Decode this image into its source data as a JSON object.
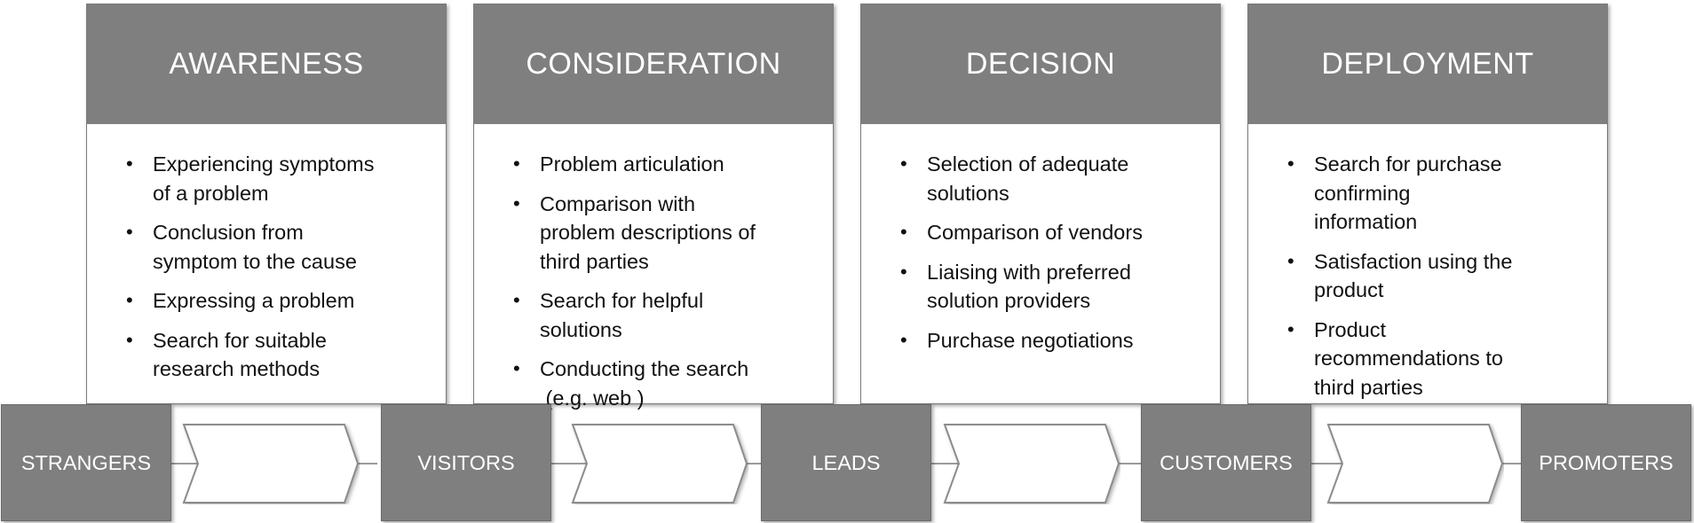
{
  "stages": [
    {
      "title": "AWARENESS",
      "items": [
        [
          "Experiencing symptoms",
          "of a problem"
        ],
        [
          "Conclusion from",
          "symptom to the cause"
        ],
        [
          "Expressing a problem"
        ],
        [
          "Search for suitable",
          "research methods"
        ]
      ]
    },
    {
      "title": "CONSIDERATION",
      "items": [
        [
          "Problem articulation"
        ],
        [
          "Comparison with",
          "problem descriptions of",
          "third parties"
        ],
        [
          "Search for helpful",
          "solutions"
        ],
        [
          "Conducting the search",
          " (e.g. web )"
        ]
      ]
    },
    {
      "title": "DECISION",
      "items": [
        [
          "Selection of adequate",
          "solutions"
        ],
        [
          "Comparison of vendors"
        ],
        [
          "Liaising with preferred",
          "solution providers"
        ],
        [
          "Purchase negotiations"
        ]
      ]
    },
    {
      "title": "DEPLOYMENT",
      "items": [
        [
          "Search for purchase",
          "confirming",
          "information"
        ],
        [
          "Satisfaction using the",
          "product"
        ],
        [
          "Product",
          "recommendations to",
          "third parties"
        ]
      ]
    }
  ],
  "personas": [
    "STRANGERS",
    "VISITORS",
    "LEADS",
    "CUSTOMERS",
    "PROMOTERS"
  ],
  "colors": {
    "header_fill": "#7f7f7f",
    "persona_fill": "#7f7f7f",
    "text_dark": "#111111",
    "text_light": "#ffffff",
    "outline": "#7a7a7a"
  }
}
